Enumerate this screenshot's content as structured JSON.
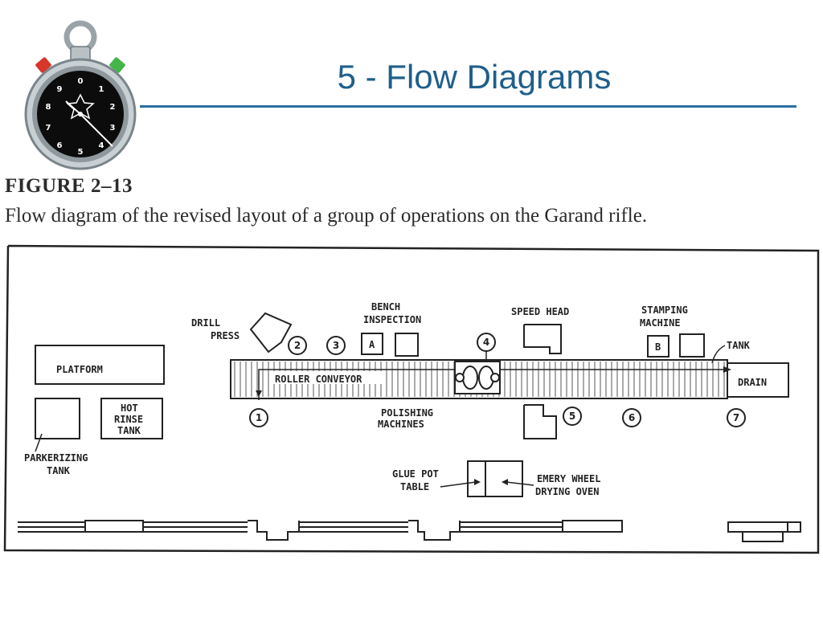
{
  "slide": {
    "title": "5 - Flow Diagrams"
  },
  "figure": {
    "label": "FIGURE 2–13",
    "caption": "Flow diagram of the revised layout of a group of operations on the Garand rifle."
  },
  "icons": {
    "stopwatch": "stopwatch-icon",
    "dial_numbers": [
      "0",
      "1",
      "2",
      "3",
      "4",
      "5",
      "6",
      "7",
      "8",
      "9"
    ]
  },
  "diagram": {
    "labels": {
      "platform": "PLATFORM",
      "parkerizing_1": "PARKERIZING",
      "parkerizing_2": "TANK",
      "hot_rinse_1": "HOT",
      "hot_rinse_2": "RINSE",
      "hot_rinse_3": "TANK",
      "drill_1": "DRILL",
      "drill_2": "PRESS",
      "bench_1": "BENCH",
      "bench_2": "INSPECTION",
      "speed_head": "SPEED HEAD",
      "stamping_1": "STAMPING",
      "stamping_2": "MACHINE",
      "tank": "TANK",
      "drain": "DRAIN",
      "roller_conveyor": "ROLLER CONVEYOR",
      "polishing_1": "POLISHING",
      "polishing_2": "MACHINES",
      "glue_pot_1": "GLUE POT",
      "glue_pot_2": "TABLE",
      "emery_1": "EMERY WHEEL",
      "emery_2": "DRYING OVEN",
      "box_a": "A",
      "box_b": "B"
    },
    "steps": [
      "1",
      "2",
      "3",
      "4",
      "5",
      "6",
      "7"
    ]
  },
  "colors": {
    "title": "#1f5f8b",
    "rule": "#2a6fa0",
    "ink": "#222222"
  }
}
